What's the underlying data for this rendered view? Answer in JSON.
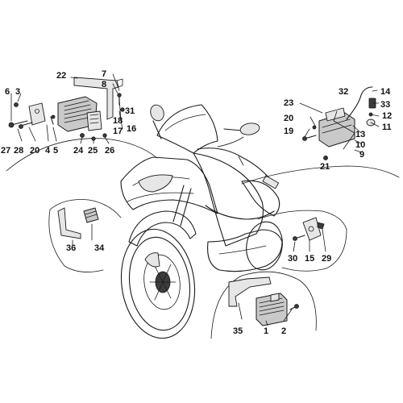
{
  "diagram": {
    "type": "exploded-parts-diagram",
    "callouts": {
      "n1": "1",
      "n2": "2",
      "n3": "3",
      "n4": "4",
      "n5": "5",
      "n6": "6",
      "n7": "7",
      "n8": "8",
      "n9": "9",
      "n10": "10",
      "n11": "11",
      "n12": "12",
      "n13": "13",
      "n14": "14",
      "n15": "15",
      "n16": "16",
      "n17": "17",
      "n18": "18",
      "n19": "19",
      "n20a": "20",
      "n20b": "20",
      "n21": "21",
      "n22": "22",
      "n23": "23",
      "n24": "24",
      "n25": "25",
      "n26": "26",
      "n27": "27",
      "n28": "28",
      "n29": "29",
      "n30": "30",
      "n31": "31",
      "n32": "32",
      "n33": "33",
      "n34": "34",
      "n35": "35",
      "n36": "36"
    }
  }
}
